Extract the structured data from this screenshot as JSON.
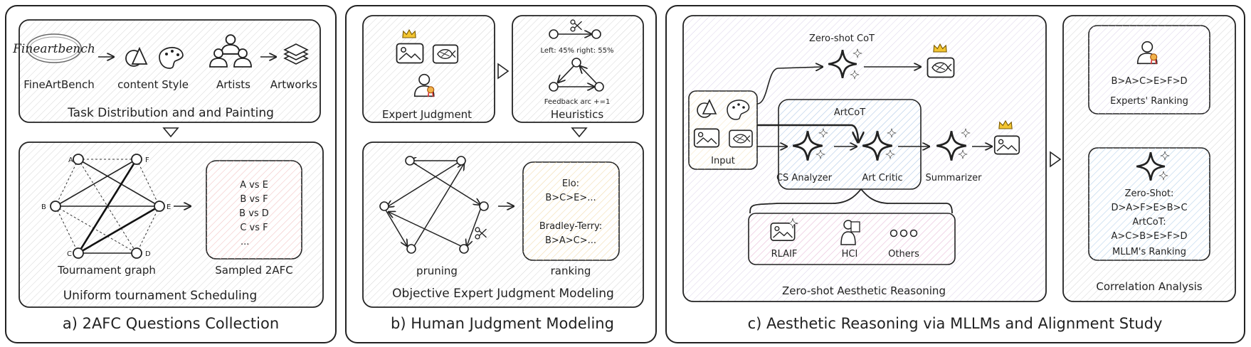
{
  "panel_a": {
    "caption": "a) 2AFC Questions Collection",
    "task_box": {
      "logo_text": "Fineartbench",
      "items": [
        "FineArtBench",
        "content Style",
        "Artists",
        "Artworks"
      ],
      "title": "Task Distribution and  and Painting"
    },
    "graph_box": {
      "nodes": [
        "A",
        "F",
        "B",
        "E",
        "C",
        "D"
      ],
      "graph_label": "Tournament graph",
      "pairs": [
        "A vs E",
        "B vs F",
        "B vs D",
        "C vs F",
        "..."
      ],
      "pairs_label": "Sampled 2AFC",
      "title": "Uniform tournament Scheduling"
    }
  },
  "panel_b": {
    "caption": "b) Human Judgment Modeling",
    "expert_label": "Expert Judgment",
    "heuristics": {
      "line1": "Left: 45% right: 55%",
      "line2": "Feedback arc +=1",
      "label": "Heuristics"
    },
    "modeling": {
      "pruning_label": "pruning",
      "ranking_lines": [
        "Elo:",
        "B>C>E>...",
        "Bradley-Terry:",
        "B>A>C>..."
      ],
      "ranking_label": "ranking",
      "title": "Objective Expert Judgment Modeling"
    }
  },
  "panel_c": {
    "caption": "c) Aesthetic Reasoning via MLLMs and Alignment Study",
    "reasoning": {
      "zero_shot_cot": "Zero-shot CoT",
      "artcot": "ArtCoT",
      "input": "Input",
      "cs_analyzer": "CS Analyzer",
      "art_critic": "Art Critic",
      "summarizer": "Summarizer",
      "apps": [
        "RLAIF",
        "HCI",
        "Others"
      ],
      "title": "Zero-shot Aesthetic Reasoning"
    },
    "correlation": {
      "experts_rank": "B>A>C>E>F>D",
      "experts_label": "Experts' Ranking",
      "mllm_lines": [
        "Zero-Shot:",
        "D>A>F>E>B>C",
        "ArtCoT:",
        "A>C>B>E>F>D"
      ],
      "mllm_label": "MLLM's Ranking",
      "title": "Correlation Analysis"
    }
  }
}
